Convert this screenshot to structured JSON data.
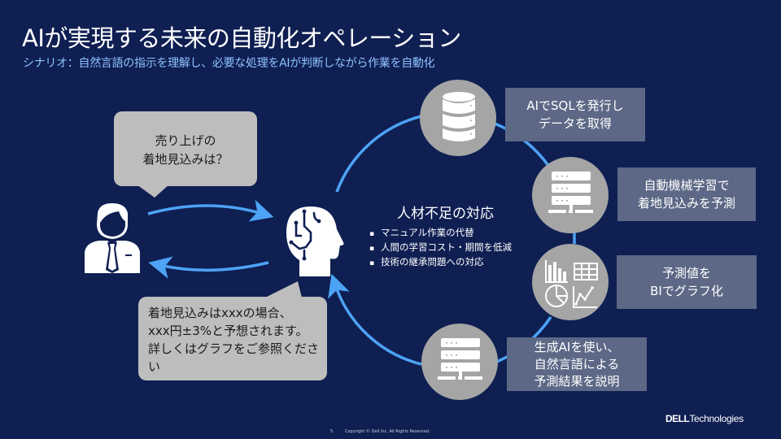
{
  "slide": {
    "title": "AIが実現する未来の自動化オペレーション",
    "subtitle": "シナリオ：自然言語の指示を理解し、必要な処理をAIが判断しながら作業を自動化"
  },
  "user_bubble": {
    "lines": [
      "売り上げの",
      "着地見込みは？"
    ]
  },
  "ai_bubble": {
    "lines": [
      "着地見込みはxxxの場合、",
      "xxx円±3%と予想されます。",
      "詳しくはグラフをご参照くださ",
      "い"
    ]
  },
  "center": {
    "title": "人材不足の対応",
    "bullets": [
      "マニュアル作業の代替",
      "人間の学習コスト・期間を低減",
      "技術の継承問題への対応"
    ]
  },
  "steps": [
    {
      "icon": "database-icon",
      "lines": [
        "AIでSQLを発行し",
        "データを取得"
      ]
    },
    {
      "icon": "server-icon",
      "lines": [
        "自動機械学習で",
        "着地見込みを予測"
      ]
    },
    {
      "icon": "analytics-icon",
      "lines": [
        "予測値を",
        "BIでグラフ化"
      ]
    },
    {
      "icon": "server-icon",
      "lines": [
        "生成AIを使い、",
        "自然言語による",
        "予測結果を説明"
      ]
    }
  ],
  "footer": {
    "page_number": "5",
    "copyright": "Copyright © Dell Inc. All Rights Reserved.",
    "logo_brand": "DELL",
    "logo_suffix": "Technologies"
  },
  "colors": {
    "background": "#0f1f52",
    "accent_arrow": "#4da3f5",
    "subtitle": "#8fc3ff",
    "node_circle": "#a5a5a5",
    "label_box": "#5c6886",
    "bubble": "#bdbdbd"
  }
}
